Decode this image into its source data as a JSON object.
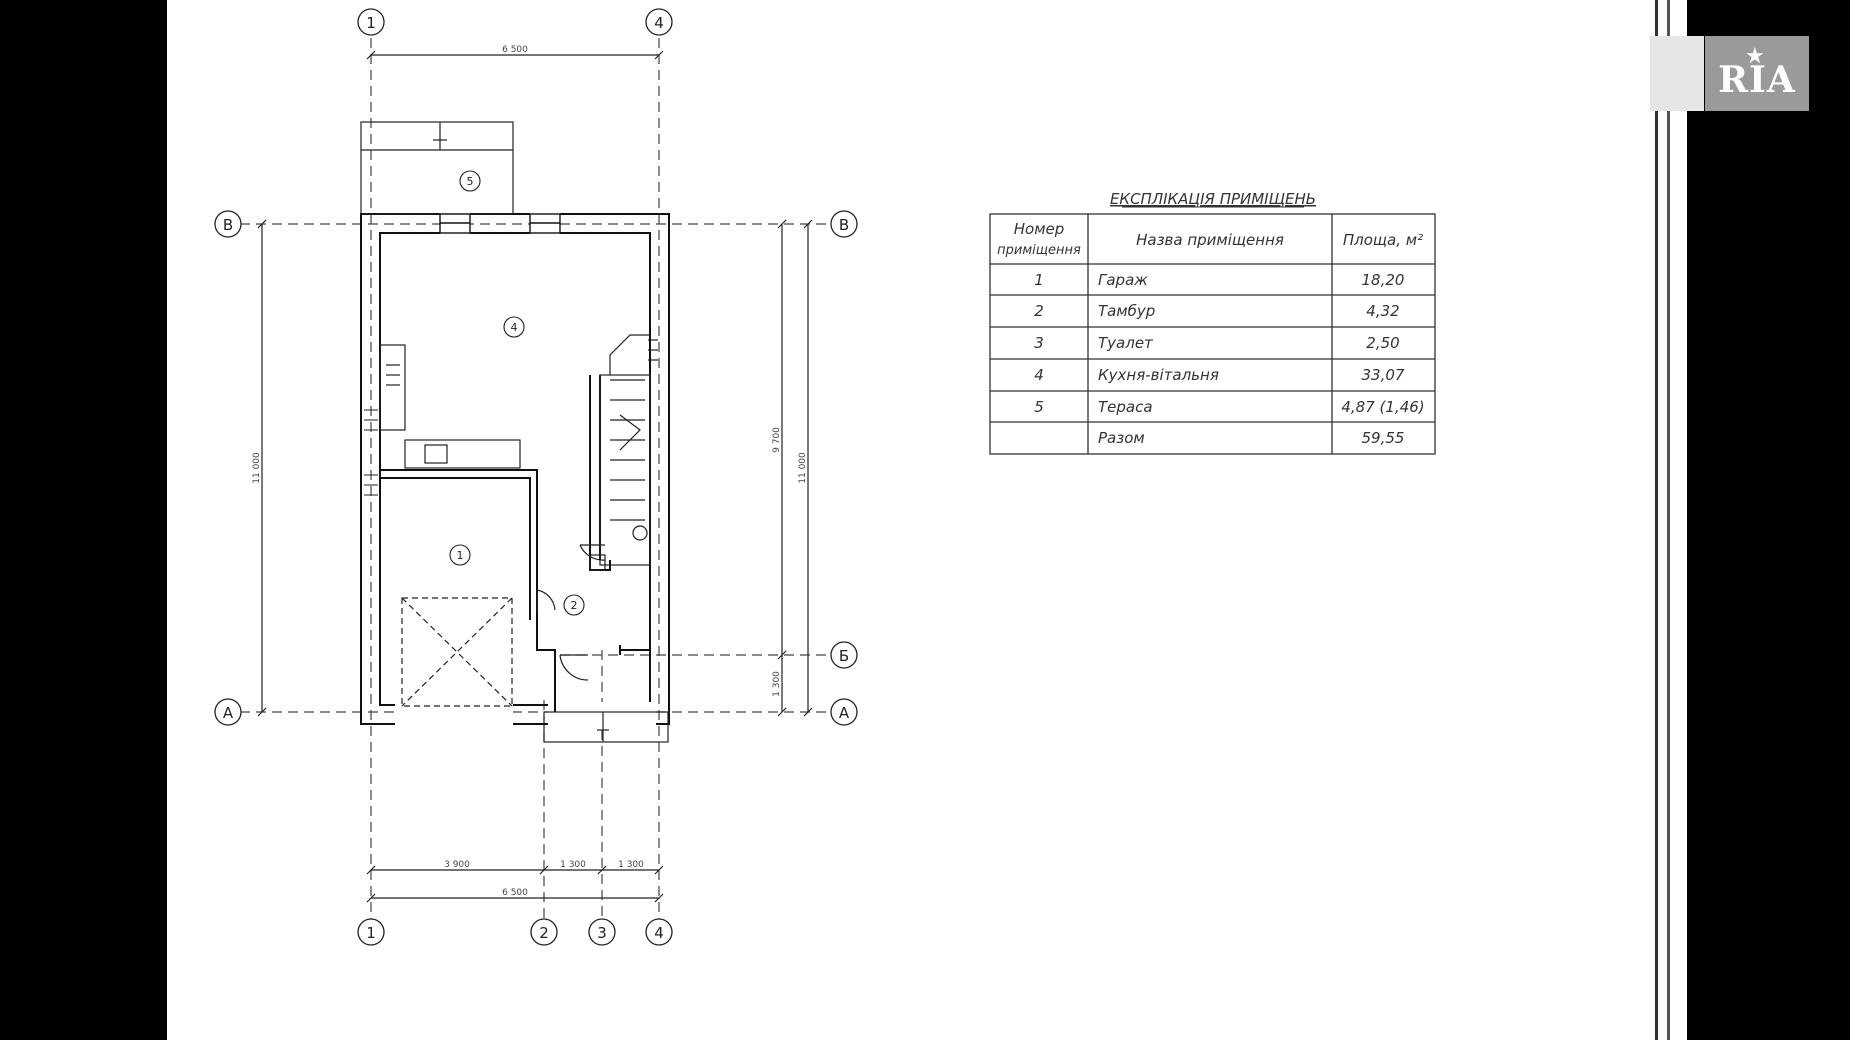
{
  "plan": {
    "grid_axes_top": [
      "1",
      "4"
    ],
    "grid_axes_bottom": [
      "1",
      "2",
      "3",
      "4"
    ],
    "grid_axes_left": [
      "В",
      "А"
    ],
    "grid_axes_right": [
      "В",
      "Б",
      "А"
    ],
    "dim_top": "6 500",
    "dim_bottom_segments": [
      "3 900",
      "1 300",
      "1 300"
    ],
    "dim_bottom_total": "6 500",
    "dim_left": "11 000",
    "dim_right_upper": "9 700",
    "dim_right_lower": "1 300",
    "dim_right_total": "11 000",
    "room_markers": [
      "1",
      "2",
      "4",
      "5"
    ]
  },
  "explication": {
    "title": "ЕКСПЛІКАЦІЯ ПРИМІЩЕНЬ",
    "header_number_line1": "Номер",
    "header_number_line2": "приміщення",
    "header_name": "Назва приміщення",
    "header_area": "Площа, м²",
    "rows": [
      {
        "number": "1",
        "name": "Гараж",
        "area": "18,20"
      },
      {
        "number": "2",
        "name": "Тамбур",
        "area": "4,32"
      },
      {
        "number": "3",
        "name": "Туалет",
        "area": "2,50"
      },
      {
        "number": "4",
        "name": "Кухня-вітальня",
        "area": "33,07"
      },
      {
        "number": "5",
        "name": "Тераса",
        "area": "4,87 (1,46)"
      },
      {
        "number": "",
        "name": "Разом",
        "area": "59,55"
      }
    ]
  },
  "watermark": {
    "logo": "RIA"
  }
}
